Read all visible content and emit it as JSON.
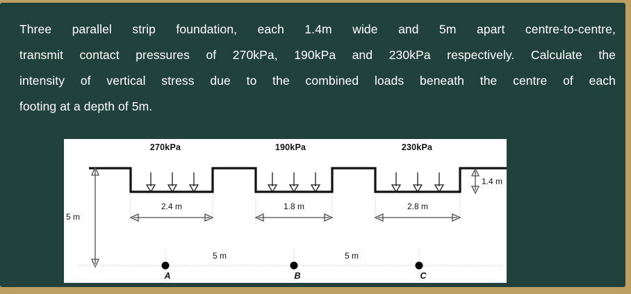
{
  "slide": {
    "frame_color": "#bd9f63",
    "board_color": "#21423c",
    "text_color": "#ffffff"
  },
  "question": {
    "lines": [
      "Three parallel strip foundation, each 1.4m wide and 5m apart centre-to-centre,",
      "transmit contact pressures of 270kPa, 190kPa and 230kPa respectively. Calculate the",
      "intensity of vertical stress due to the combined loads beneath the centre of each",
      "footing at a depth of 5m."
    ],
    "full_text": "Three parallel strip foundation, each 1.4m wide and 5m apart centre-to-centre, transmit contact pressures of 270kPa, 190kPa and 230kPa respectively. Calculate the intensity of vertical stress due to the combined loads beneath the centre of each footing at a depth of 5m."
  },
  "figure": {
    "pressure_labels": [
      "270kPa",
      "190kPa",
      "230kPa"
    ],
    "footing_widths": [
      "2.4 m",
      "1.8 m",
      "2.8 m"
    ],
    "depth_label": "5 m",
    "embedment_label": "1.4 m",
    "spacing_labels": [
      "5 m",
      "5 m"
    ],
    "point_labels": [
      "A",
      "B",
      "C"
    ],
    "line_color": "#111111",
    "panel_color": "#ffffff"
  },
  "chart_data": {
    "type": "diagram",
    "title": "Three parallel strip foundations - vertical stress beneath footing centres",
    "footings": [
      {
        "id": "A",
        "contact_pressure_kpa": 270,
        "width_label": "2.4 m",
        "width_m": 2.4,
        "centre_point": "A"
      },
      {
        "id": "B",
        "contact_pressure_kpa": 190,
        "width_label": "1.8 m",
        "width_m": 1.8,
        "centre_point": "B"
      },
      {
        "id": "C",
        "contact_pressure_kpa": 230,
        "width_label": "2.8 m",
        "width_m": 2.8,
        "centre_point": "C"
      }
    ],
    "footing_width_stated_m": 1.4,
    "centre_to_centre_spacing_m": 5,
    "spacing_labels": [
      "5 m",
      "5 m"
    ],
    "depth_of_interest_m": 5,
    "depth_label": "5 m",
    "embedment_depth_m": 1.4,
    "embedment_label": "1.4 m",
    "xlabel": "",
    "ylabel": "",
    "grid": false,
    "legend": false
  }
}
